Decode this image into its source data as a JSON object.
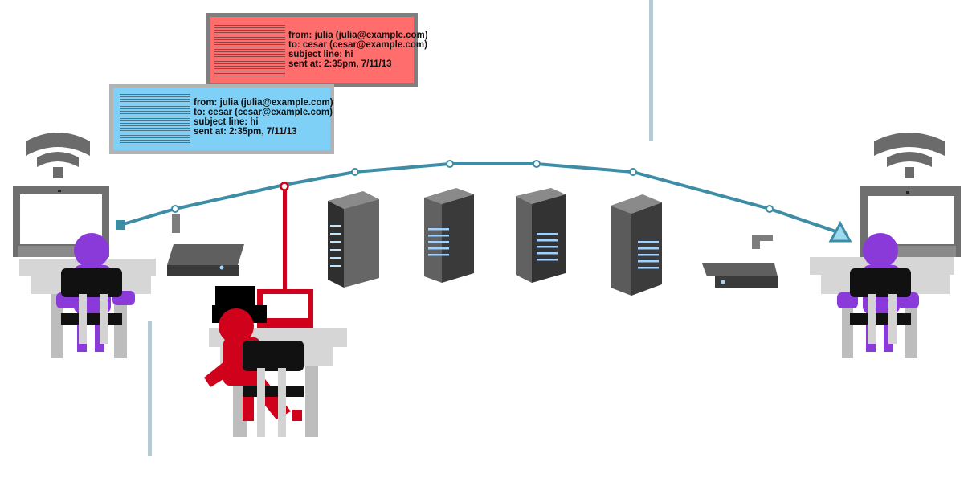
{
  "email_intercepted": {
    "from": "from: julia (julia@example.com)",
    "to": "to: cesar (cesar@example.com)",
    "subject": "subject line: hi",
    "sent": "sent at: 2:35pm, 7/11/13"
  },
  "email_sent": {
    "from": "from: julia (julia@example.com)",
    "to": "to: cesar (cesar@example.com)",
    "subject": "subject line: hi",
    "sent": "sent at: 2:35pm, 7/11/13"
  },
  "colors": {
    "path": "#3d8da6",
    "attacker": "#d0021b",
    "user": "#8a3ad8",
    "device": "#616161",
    "card_intercepted": "#ff6d6d",
    "card_sent": "#7fd0f7"
  }
}
